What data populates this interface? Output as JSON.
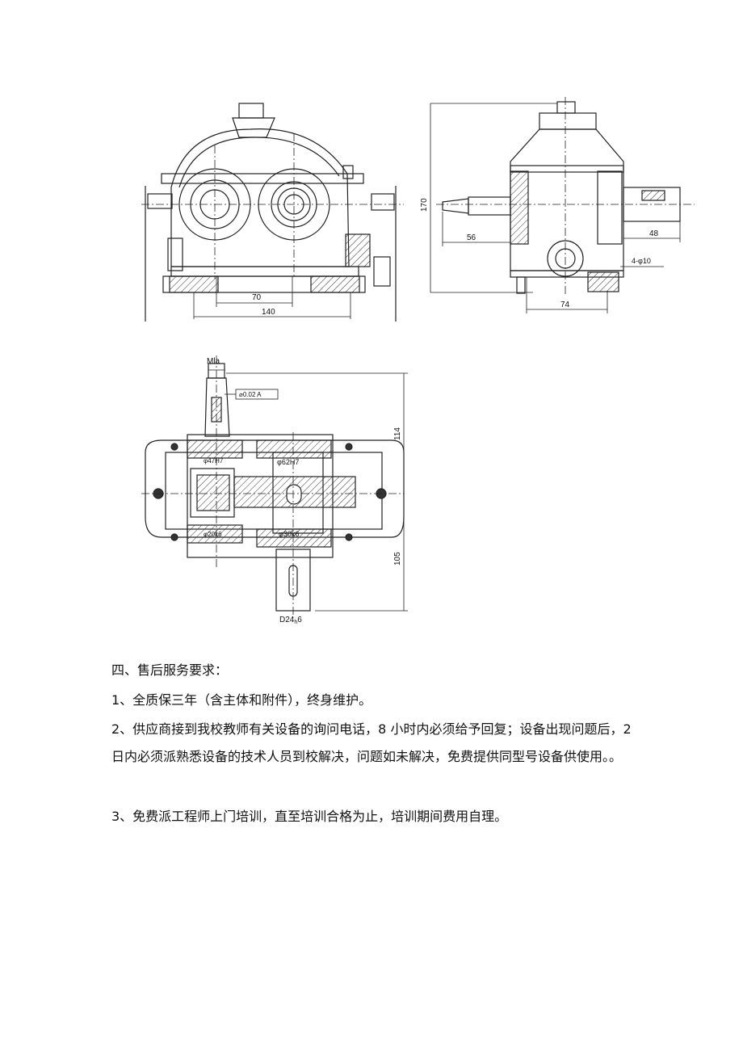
{
  "drawings": {
    "front_view": {
      "dim_70": "70",
      "dim_140": "140"
    },
    "side_view": {
      "dim_170": "170",
      "dim_56": "56",
      "dim_48": "48",
      "dim_74": "74",
      "dim_bolts": "4-φ10"
    },
    "top_view": {
      "label_m1a": "Mla",
      "tolerance_frame": "⌀0.02 A",
      "dim_114": "114",
      "dim_105": "105",
      "bore_47": "φ47H7",
      "bore_62": "φ62H7",
      "shaft_20": "φ20k6",
      "shaft_30": "φ30k6",
      "shaft_d24": "D24"
    }
  },
  "text": {
    "section_title": "四、售后服务要求：",
    "item1": "1、全质保三年（含主体和附件），终身维护。",
    "item2": "2、供应商接到我校教师有关设备的询问电话，8 小时内必须给予回复；设备出现问题后，2 日内必须派熟悉设备的技术人员到校解决，问题如未解决，免费提供同型号设备供使用。。",
    "item3": "3、免费派工程师上门培训，直至培训合格为止，培训期间费用自理。"
  }
}
